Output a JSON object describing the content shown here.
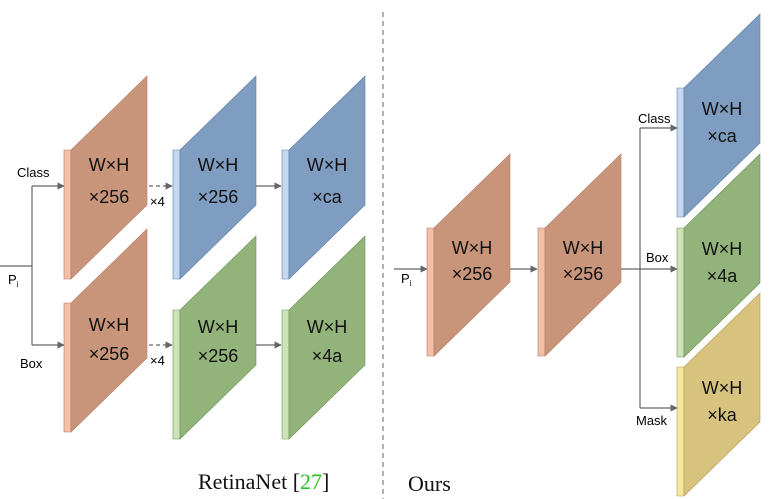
{
  "left_panel": {
    "caption": "RetinaNet",
    "citation": "27",
    "input_label": "P",
    "input_subscript": "i",
    "class_label": "Class",
    "box_label": "Box",
    "repeat_label": "×4",
    "class_branch": {
      "block1": {
        "line1": "W×H",
        "line2": "×256"
      },
      "block2": {
        "line1": "W×H",
        "line2": "×256"
      },
      "block3": {
        "line1": "W×H",
        "line2": "×ca"
      }
    },
    "box_branch": {
      "block1": {
        "line1": "W×H",
        "line2": "×256"
      },
      "block2": {
        "line1": "W×H",
        "line2": "×256"
      },
      "block3": {
        "line1": "W×H",
        "line2": "×4a"
      }
    }
  },
  "right_panel": {
    "caption": "Ours",
    "input_label": "P",
    "input_subscript": "i",
    "shared": {
      "block1": {
        "line1": "W×H",
        "line2": "×256"
      },
      "block2": {
        "line1": "W×H",
        "line2": "×256"
      }
    },
    "class_label": "Class",
    "box_label": "Box",
    "mask_label": "Mask",
    "class_head": {
      "line1": "W×H",
      "line2": "×ca"
    },
    "box_head": {
      "line1": "W×H",
      "line2": "×4a"
    },
    "mask_head": {
      "line1": "W×H",
      "line2": "×ka"
    }
  },
  "colors": {
    "orange_face": "#c8957b",
    "orange_edge": "#f3bfa6",
    "blue_face": "#7f9dc0",
    "blue_edge": "#c4d9f0",
    "green_face": "#92b37a",
    "green_edge": "#cde4b6",
    "yellow_face": "#d7c27e",
    "yellow_edge": "#f6e6a0",
    "citation": "#22c322",
    "divider": "#888888"
  }
}
